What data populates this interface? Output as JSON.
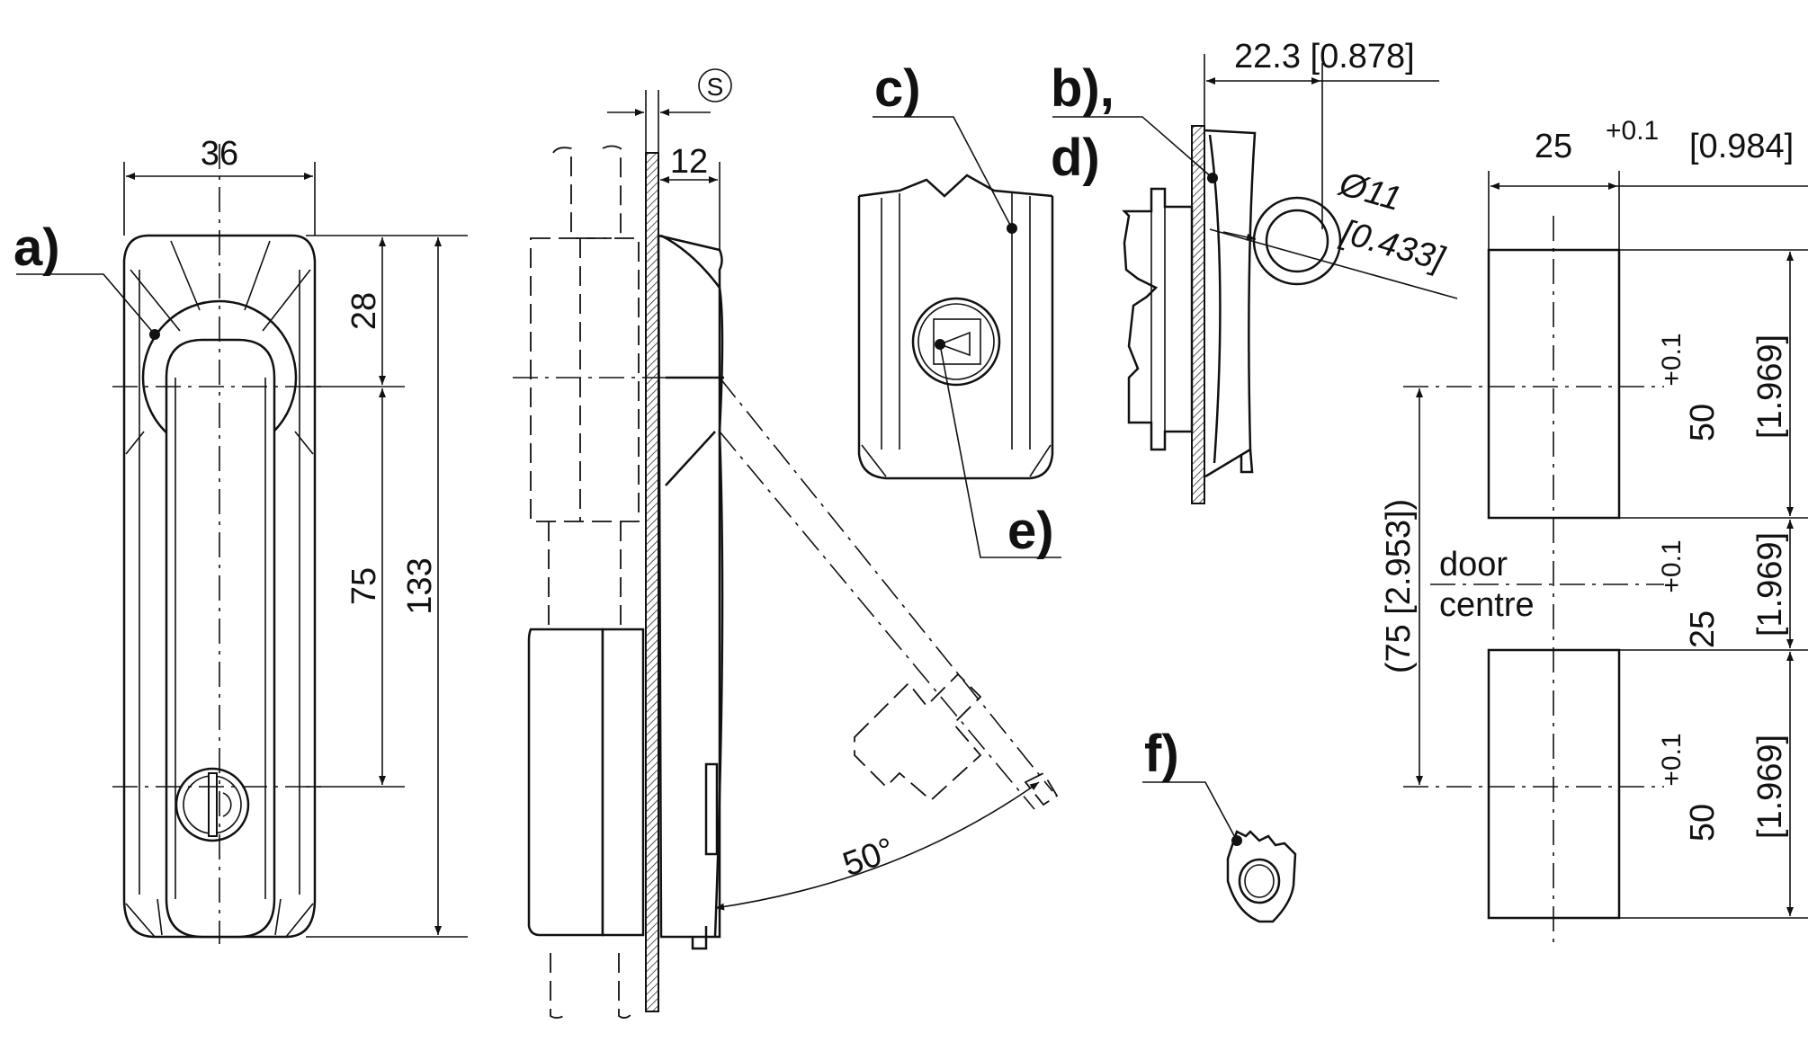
{
  "callouts": {
    "a": "a)",
    "b": "b),",
    "c": "c)",
    "d": "d)",
    "e": "e)",
    "f": "f)"
  },
  "front_view": {
    "width": "36",
    "upper": "28",
    "pitch": "75",
    "overall": "133"
  },
  "side_view": {
    "thickness_symbol": "S",
    "depth": "12",
    "angle": "50°"
  },
  "profile_view": {
    "offset": "22.3 [0.878]",
    "diameter": "Ø11",
    "diameter_in": "[0.433]"
  },
  "cutout": {
    "width": "25",
    "width_tol": "+0.1",
    "width_in": "[0.984]",
    "hole1": "50",
    "hole1_tol": "+0.1",
    "hole1_in": "[1.969]",
    "gap": "25",
    "gap_tol": "+0.1",
    "gap_in": "[1.969]",
    "hole2": "50",
    "hole2_tol": "+0.1",
    "hole2_in": "[1.969]",
    "pitch": "(75 [2.953])",
    "door_label_1": "door",
    "door_label_2": "centre"
  }
}
